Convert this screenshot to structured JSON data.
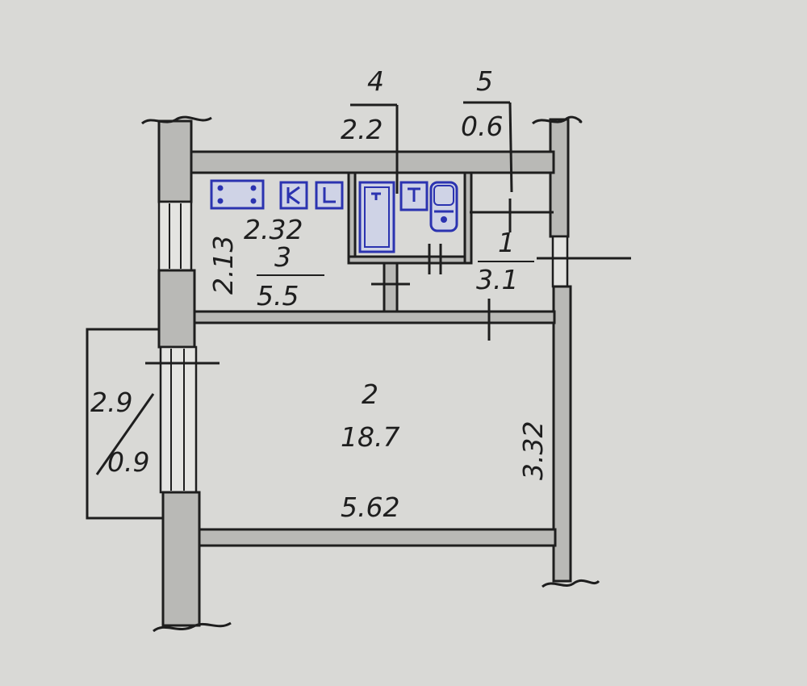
{
  "rooms": [
    {
      "id": "1",
      "area": "3.1"
    },
    {
      "id": "2",
      "area": "18.7"
    },
    {
      "id": "3",
      "area": "5.5"
    },
    {
      "id": "4",
      "area": "2.2"
    },
    {
      "id": "5",
      "area": "0.6"
    }
  ],
  "dimensions": {
    "kitchen_width": "2.32",
    "kitchen_depth": "2.13",
    "living_width": "5.62",
    "living_depth": "3.32"
  },
  "balcony": {
    "dim_top": "2.9",
    "dim_bottom": "0.9"
  },
  "fixtures": {
    "kitchen": [
      "stove-icon",
      "cabinet-icon",
      "sink-icon"
    ],
    "bathroom": [
      "bathtub-icon",
      "washbasin-icon",
      "toilet-icon"
    ]
  },
  "colors": {
    "fixture_ink": "#2b33b0",
    "wall_fill": "#b9b9b6",
    "paper": "#d9d9d6"
  }
}
